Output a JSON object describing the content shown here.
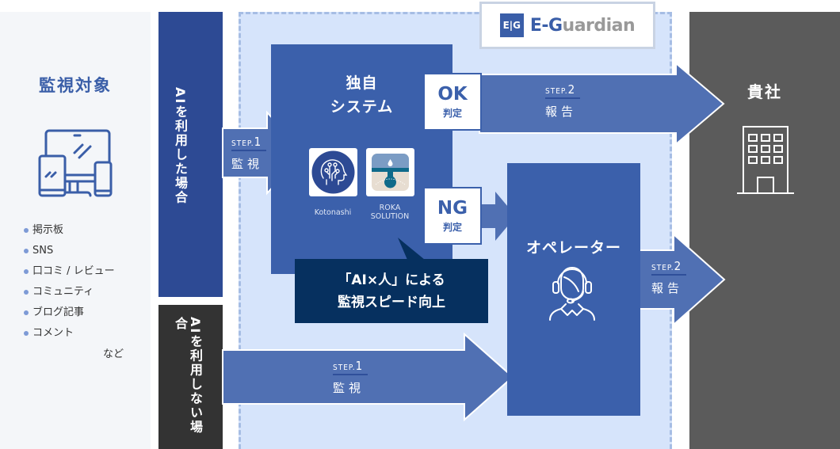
{
  "monitoring_targets": {
    "title": "監視対象",
    "icon": "devices-icon",
    "items": [
      "掲示板",
      "SNS",
      "口コミ / レビュー",
      "コミュニティ",
      "ブログ記事",
      "コメント"
    ],
    "etc": "など"
  },
  "ai_used": {
    "label": "AIを利用した場合"
  },
  "ai_not_used": {
    "label": "AIを利用しない場合"
  },
  "logo": {
    "mark": "E|G",
    "text_prefix": "E-G",
    "text_suffix": "uardian"
  },
  "system": {
    "title_line1": "独自",
    "title_line2": "システム",
    "apps": [
      {
        "name": "Kotonashi",
        "icon": "ai-head-icon"
      },
      {
        "name_line1": "ROKA",
        "name_line2": "SOLUTION",
        "icon": "water-drop-filter-icon"
      }
    ]
  },
  "judgements": {
    "ok": {
      "big": "OK",
      "small": "判定"
    },
    "ng": {
      "big": "NG",
      "small": "判定"
    }
  },
  "callout": {
    "line1": "「AI×人」による",
    "line2": "監視スピード向上"
  },
  "operator": {
    "title": "オペレーター",
    "icon": "operator-headset-icon"
  },
  "company": {
    "title": "貴社",
    "icon": "building-icon"
  },
  "steps": {
    "step1_ai": {
      "step": "STEP.",
      "num": "1",
      "text": "監視"
    },
    "step2_ok": {
      "step": "STEP.",
      "num": "2",
      "text": "報告"
    },
    "step1_manual": {
      "step": "STEP.",
      "num": "1",
      "text": "監視"
    },
    "step2_operator": {
      "step": "STEP.",
      "num": "2",
      "text": "報告"
    }
  },
  "colors": {
    "primary": "#3b60ab",
    "arrow": "#5070b3",
    "dark_navy": "#06305f",
    "ai_bar": "#2d4a94",
    "dark_gray": "#333333",
    "company_gray": "#5b5b5b",
    "area_bg": "#d6e4fb"
  }
}
